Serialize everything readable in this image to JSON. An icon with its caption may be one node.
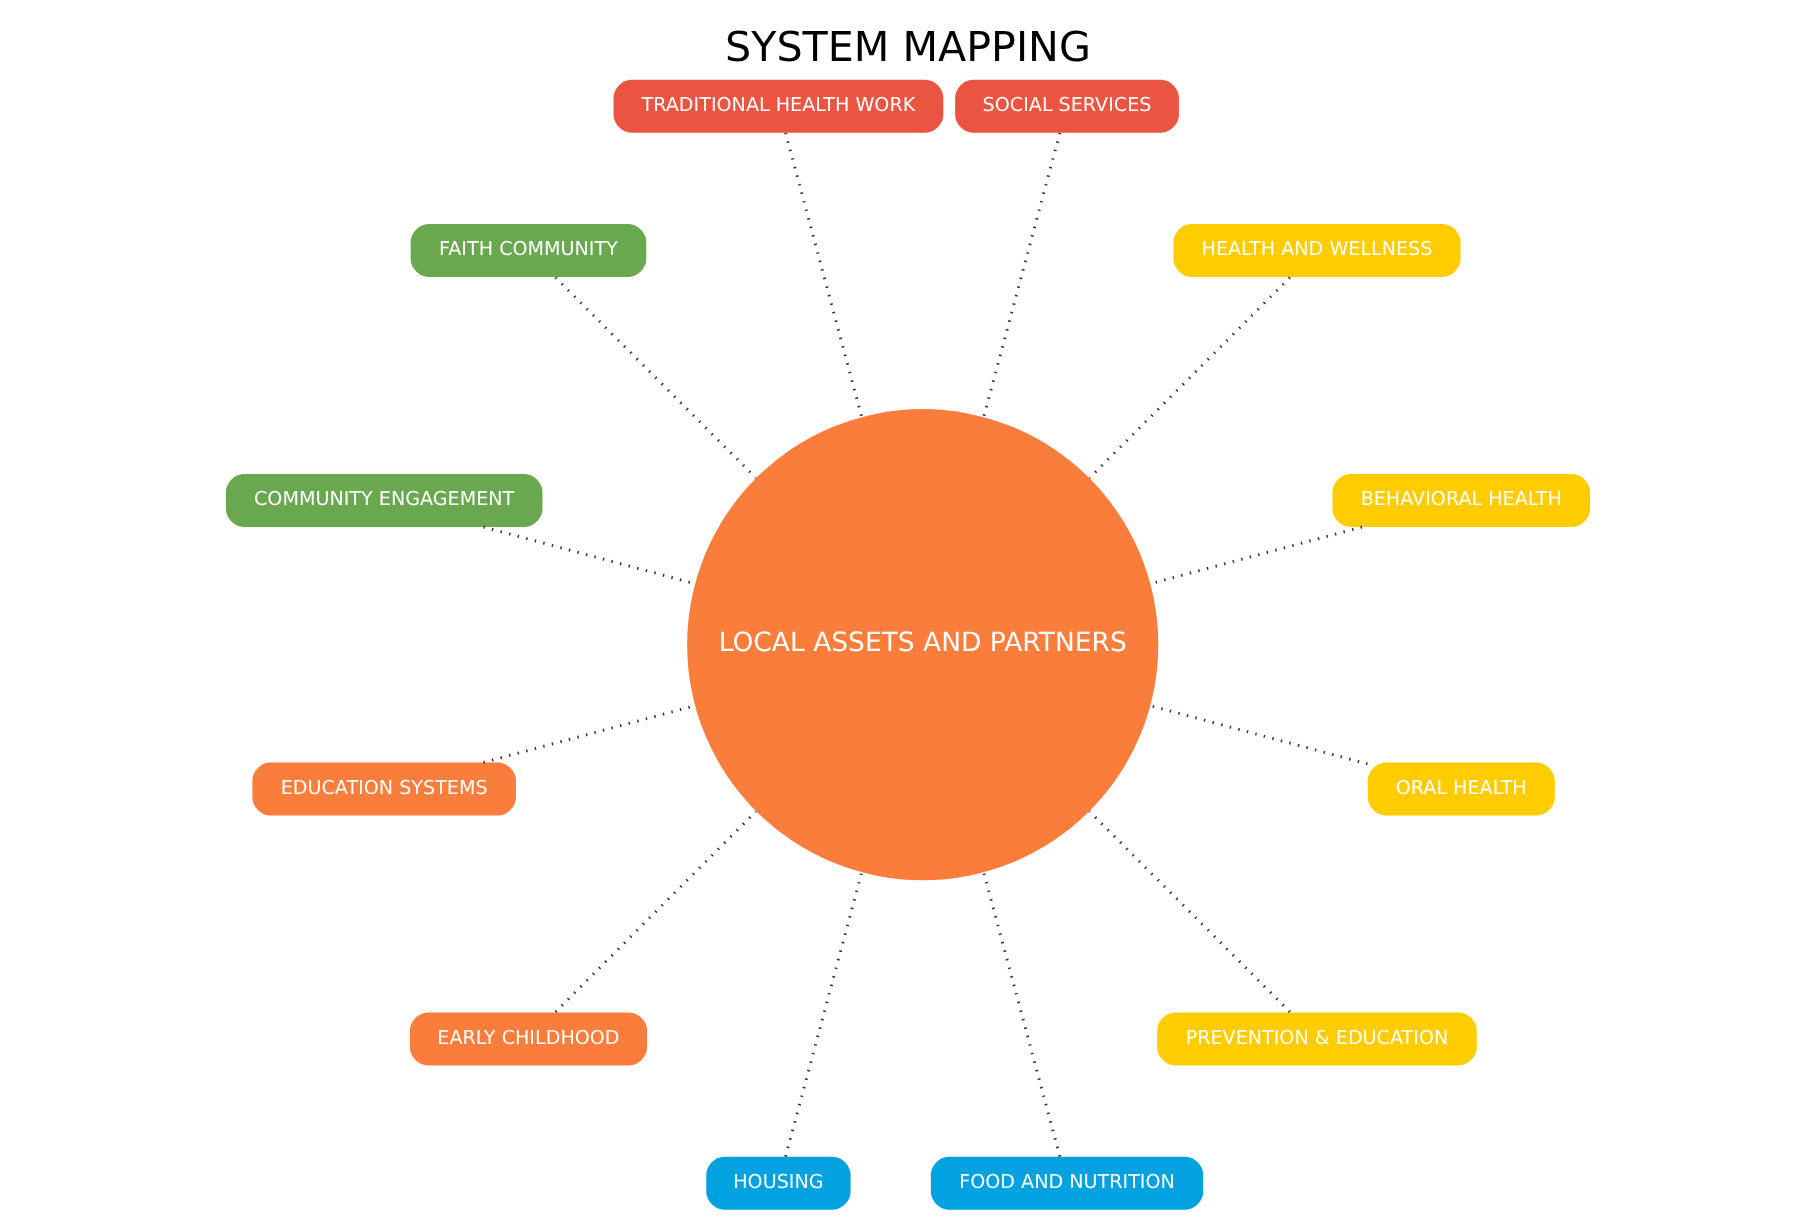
{
  "diagram": {
    "title": "SYSTEM MAPPING",
    "nodes": [
      {
        "text": [
          "LOCAL ASSETS AND PARTNERS"
        ]
      },
      {
        "text": [
          "BEHAVIORAL HEALTH"
        ]
      },
      {
        "text": [
          "HEALTH AND WELLNESS"
        ]
      },
      {
        "text": [
          "SOCIAL SERVICES"
        ]
      },
      {
        "text": [
          "TRADITIONAL HEALTH WORK"
        ]
      },
      {
        "text": [
          "FAITH COMMUNITY"
        ]
      },
      {
        "text": [
          "COMMUNITY ENGAGEMENT"
        ]
      },
      {
        "text": [
          "EDUCATION SYSTEMS"
        ]
      },
      {
        "text": [
          "EARLY CHILDHOOD"
        ]
      },
      {
        "text": [
          "HOUSING"
        ]
      },
      {
        "text": [
          "FOOD AND NUTRITION"
        ]
      },
      {
        "text": [
          "PREVENTION & EDUCATION"
        ]
      },
      {
        "text": [
          "ORAL HEALTH"
        ]
      }
    ],
    "edges": [
      {
        "from": 1,
        "to": 0,
        "arrow": "none",
        "style": "dashed"
      },
      {
        "from": 2,
        "to": 0,
        "arrow": "none",
        "style": "dashed"
      },
      {
        "from": 3,
        "to": 0,
        "arrow": "none",
        "style": "dashed"
      },
      {
        "from": 4,
        "to": 0,
        "arrow": "none",
        "style": "dashed"
      },
      {
        "from": 5,
        "to": 0,
        "arrow": "none",
        "style": "dashed"
      },
      {
        "from": 6,
        "to": 0,
        "arrow": "none",
        "style": "dashed"
      },
      {
        "from": 7,
        "to": 0,
        "arrow": "none",
        "style": "dashed"
      },
      {
        "from": 8,
        "to": 0,
        "arrow": "none",
        "style": "dashed"
      },
      {
        "from": 9,
        "to": 0,
        "arrow": "none",
        "style": "dashed"
      },
      {
        "from": 10,
        "to": 0,
        "arrow": "none",
        "style": "dashed"
      },
      {
        "from": 11,
        "to": 0,
        "arrow": "none",
        "style": "dashed"
      },
      {
        "from": 12,
        "to": 0,
        "arrow": "none",
        "style": "dashed"
      }
    ]
  }
}
